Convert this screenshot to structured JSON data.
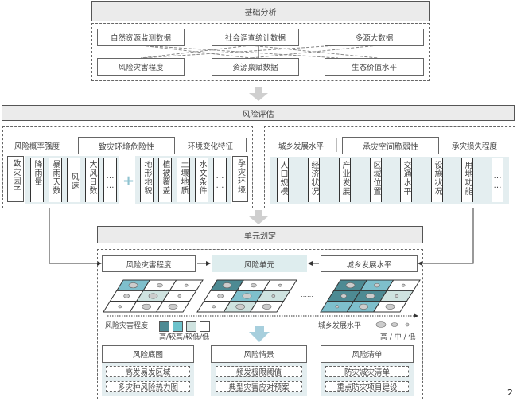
{
  "basic": {
    "title": "基础分析",
    "top": [
      "自然资源监测数据",
      "社会调查统计数据",
      "多源大数据"
    ],
    "bottom": [
      "风险灾害程度",
      "资源禀赋数据",
      "生态价值水平"
    ]
  },
  "risk": {
    "title": "风险评估",
    "left": {
      "label_a": "风险概率强度",
      "center": "致灾环境危险性",
      "label_b": "环境变化特征",
      "factor": "致灾因子",
      "group1": [
        "降雨量",
        "暴雨天数",
        "风速",
        "大风日数",
        "……"
      ],
      "group2": [
        "地形地貌",
        "植被覆盖",
        "土壤地质",
        "水文条件",
        "……"
      ],
      "env": "孕灾环境",
      "plus": "+"
    },
    "right": {
      "label_a": "城乡发展水平",
      "center": "承灾空间脆弱性",
      "label_b": "承灾损失程度",
      "items": [
        "人口规模",
        "经济状况",
        "产业发展",
        "区域位置",
        "交通水平",
        "设施状况",
        "用地功能",
        "……"
      ]
    }
  },
  "unit": {
    "title": "单元划定",
    "left_box": "风险灾害程度",
    "center_box": "风险单元",
    "right_box": "城乡发展水平",
    "ellipsis": "……",
    "grids": [
      {
        "levels": [
          [
            2,
            0,
            0
          ],
          [
            0,
            1,
            0
          ],
          [
            0,
            0,
            0
          ]
        ],
        "dev": [
          [
            3,
            2,
            1
          ],
          [
            2,
            3,
            1
          ],
          [
            1,
            3,
            3
          ]
        ]
      },
      {
        "levels": [
          [
            3,
            0,
            0
          ],
          [
            0,
            2,
            1
          ],
          [
            0,
            1,
            0
          ]
        ],
        "dev": [
          [
            3,
            2,
            1
          ],
          [
            2,
            3,
            1
          ],
          [
            1,
            3,
            3
          ]
        ]
      },
      {
        "levels": [
          [
            3,
            2,
            0
          ],
          [
            3,
            3,
            1
          ],
          [
            2,
            2,
            0
          ]
        ],
        "dev": [
          [
            3,
            2,
            1
          ],
          [
            2,
            3,
            1
          ],
          [
            1,
            3,
            3
          ]
        ]
      }
    ],
    "legend_left": {
      "label": "风险灾害程度",
      "levels": "高/较高/较低/低"
    },
    "legend_right": {
      "label": "城乡发展水平",
      "levels": "高 / 中 / 低"
    },
    "colors": [
      "#ffffff",
      "#cfe3e0",
      "#7ebfcc",
      "#4d8a93"
    ]
  },
  "outputs": [
    {
      "title": "风险底图",
      "items": [
        "高发易发区域",
        "多灾种风险热力图"
      ]
    },
    {
      "title": "风险情景",
      "items": [
        "频发极限阈值",
        "典型灾害应对预案"
      ]
    },
    {
      "title": "风险清单",
      "items": [
        "防灾减灾清单",
        "重点防灾项目建设"
      ]
    }
  ],
  "page_number": "2"
}
